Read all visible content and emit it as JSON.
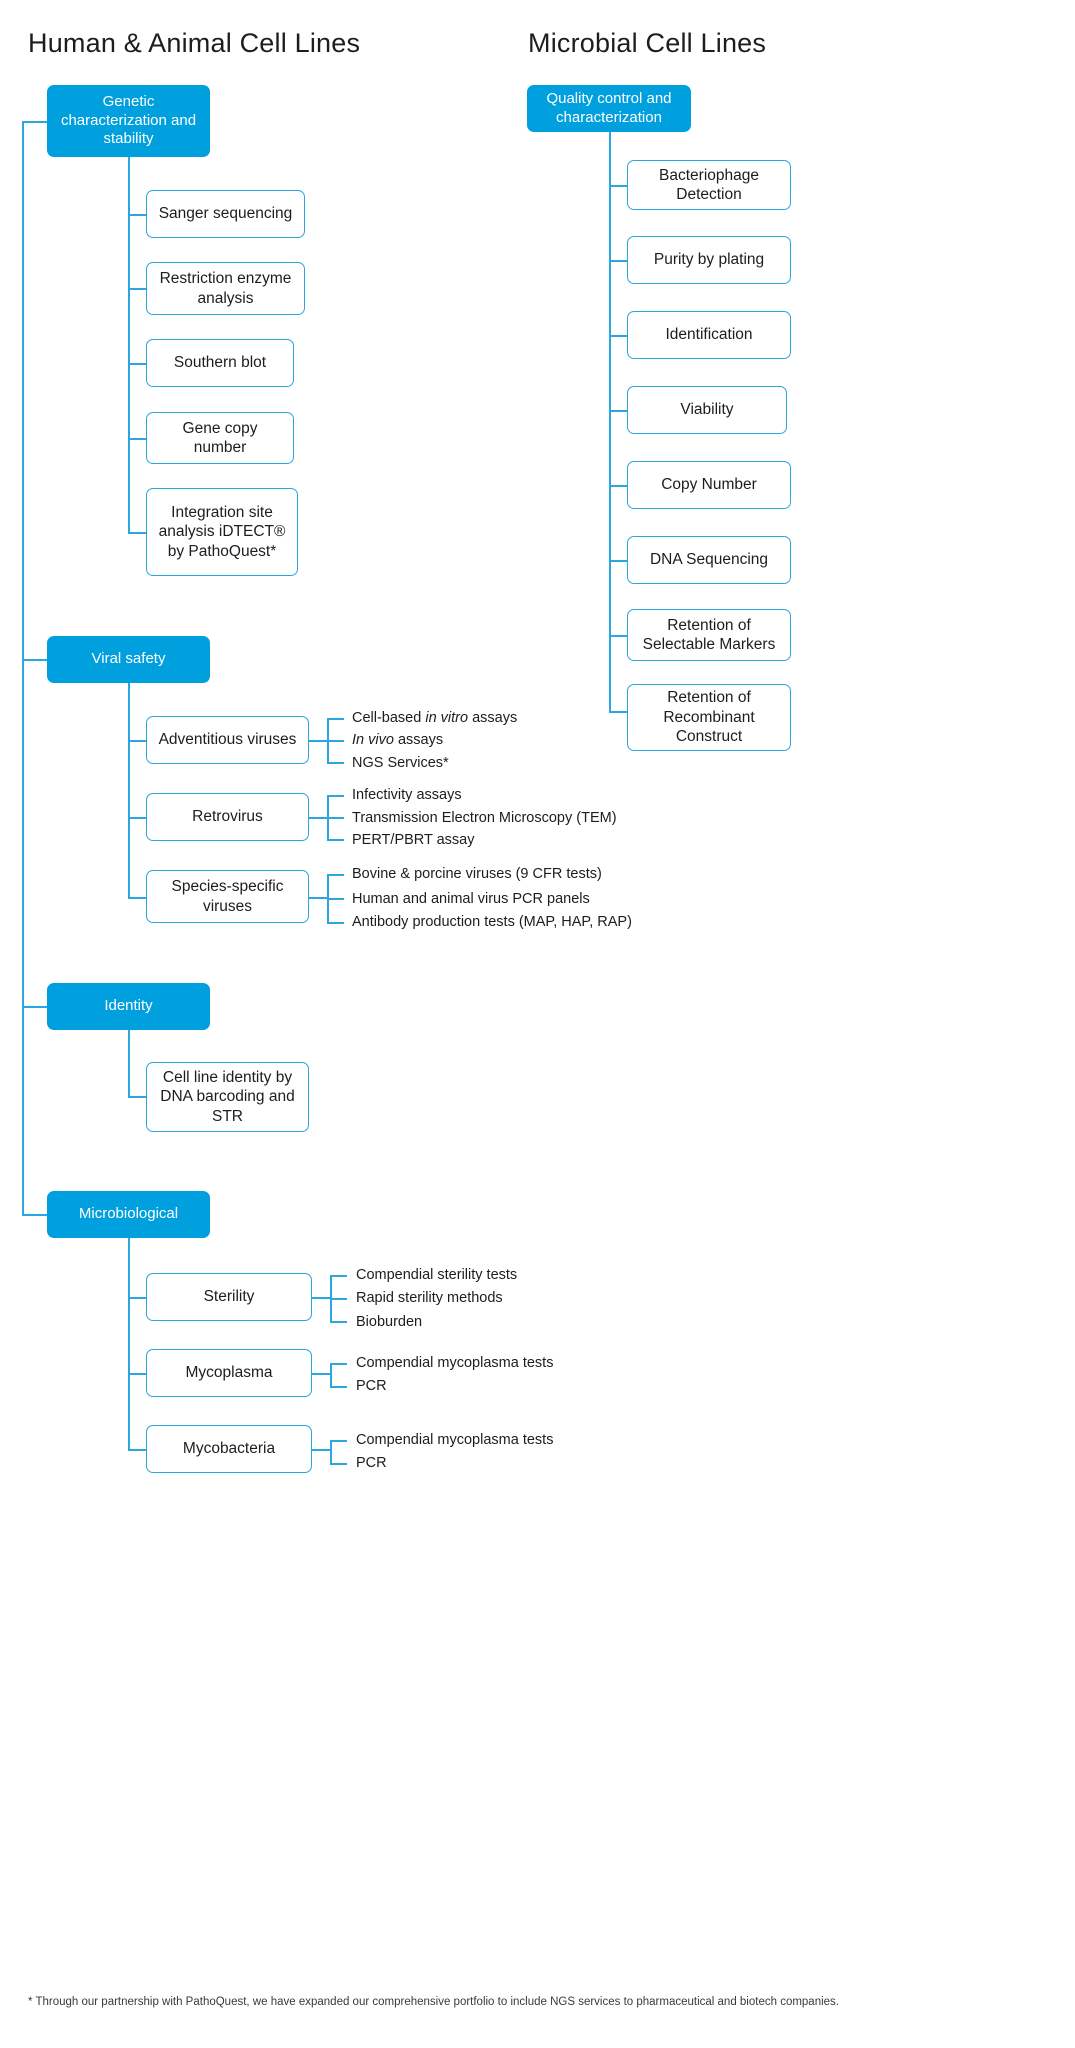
{
  "columns": {
    "left": {
      "title": "Human & Animal Cell Lines",
      "groups": [
        {
          "label": "Genetic characterization and stability",
          "children": [
            {
              "label": "Sanger sequencing"
            },
            {
              "label": "Restriction enzyme analysis"
            },
            {
              "label": "Southern blot"
            },
            {
              "label": "Gene copy number"
            },
            {
              "label": "Integration site analysis iDTECT® by PathoQuest*"
            }
          ]
        },
        {
          "label": "Viral safety",
          "children": [
            {
              "label": "Adventitious viruses",
              "leaves": [
                "Cell-based in vitro assays",
                "In vivo assays",
                "NGS Services*"
              ]
            },
            {
              "label": "Retrovirus",
              "leaves": [
                "Infectivity assays",
                "Transmission Electron Microscopy (TEM)",
                "PERT/PBRT assay"
              ]
            },
            {
              "label": "Species-specific viruses",
              "leaves": [
                "Bovine & porcine viruses (9 CFR tests)",
                "Human and animal virus PCR panels",
                "Antibody production tests (MAP, HAP, RAP)"
              ]
            }
          ]
        },
        {
          "label": "Identity",
          "children": [
            {
              "label": "Cell line identity by DNA barcoding and STR"
            }
          ]
        },
        {
          "label": "Microbiological",
          "children": [
            {
              "label": "Sterility",
              "leaves": [
                "Compendial sterility tests",
                "Rapid sterility methods",
                "Bioburden"
              ]
            },
            {
              "label": "Mycoplasma",
              "leaves": [
                "Compendial mycoplasma tests",
                "PCR"
              ]
            },
            {
              "label": "Mycobacteria",
              "leaves": [
                "Compendial mycoplasma tests",
                "PCR"
              ]
            }
          ]
        }
      ]
    },
    "right": {
      "title": "Microbial Cell Lines",
      "groups": [
        {
          "label": "Quality control and characterization",
          "children": [
            {
              "label": "Bacteriophage Detection"
            },
            {
              "label": "Purity by plating"
            },
            {
              "label": "Identification"
            },
            {
              "label": "Viability"
            },
            {
              "label": "Copy Number"
            },
            {
              "label": "DNA Sequencing"
            },
            {
              "label": "Retention of Selectable Markers"
            },
            {
              "label": "Retention of Recombinant Construct"
            }
          ]
        }
      ]
    }
  },
  "footnote": "* Through our partnership with PathoQuest, we have expanded our comprehensive portfolio to include NGS services to pharmaceutical and biotech companies.",
  "colors": {
    "primary_fill": "#00a0df",
    "outline_stroke": "#2ba6df",
    "connector": "#2ba6df",
    "text": "#1d1d1b",
    "background": "#ffffff"
  }
}
